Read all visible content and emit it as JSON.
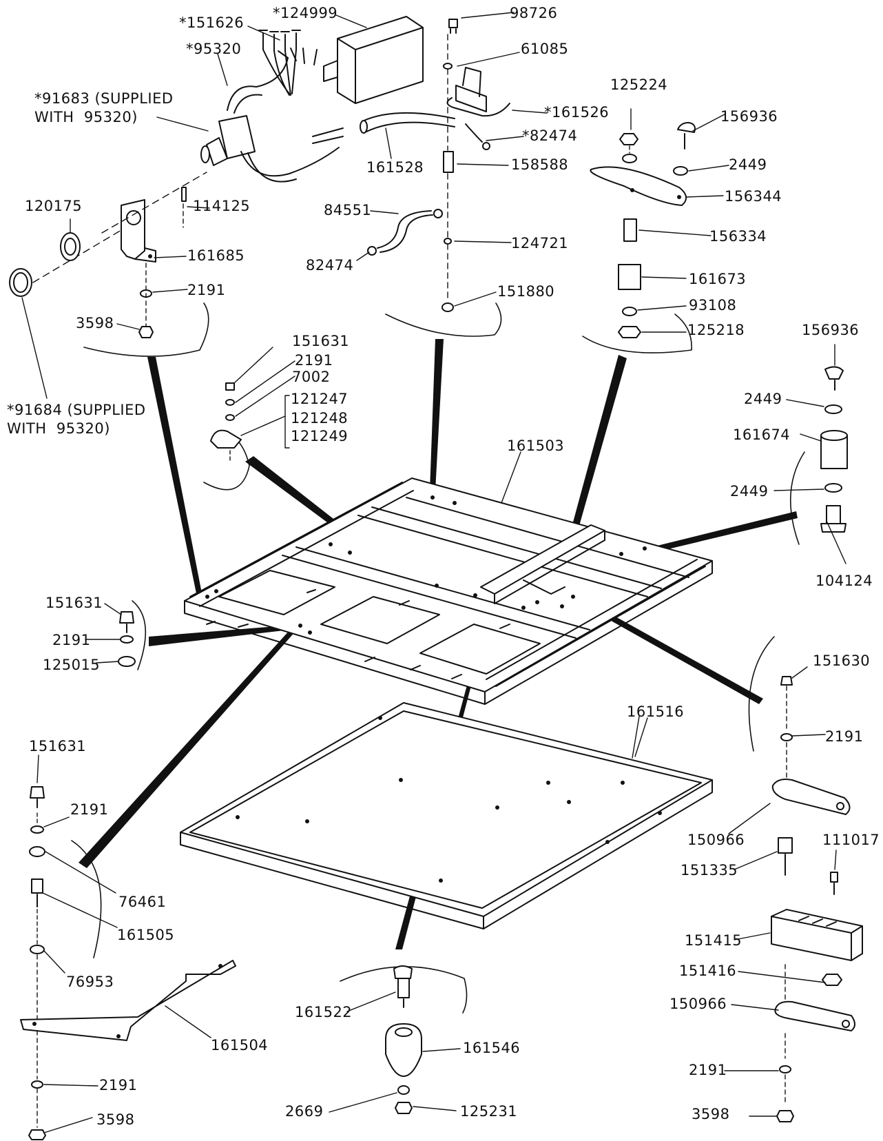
{
  "diagram": {
    "colors": {
      "ink": "#111111",
      "paper": "#ffffff"
    },
    "callouts": {
      "p124999": "*124999",
      "p151626": "*151626",
      "p95320": "*95320",
      "p91683": "*91683 (SUPPLIED\nWITH  95320)",
      "p98726": "98726",
      "p61085": "61085",
      "p161526": "*161526",
      "p82474_a": "*82474",
      "p161528": "161528",
      "p158588": "158588",
      "p125224": "125224",
      "p156936_a": "156936",
      "p2449_a": "2449",
      "p156344": "156344",
      "p156334": "156334",
      "p161673": "161673",
      "p93108": "93108",
      "p125218": "125218",
      "p120175": "120175",
      "p114125": "114125",
      "p161685": "161685",
      "p2191_a": "2191",
      "p3598_a": "3598",
      "p84551": "84551",
      "p82474_b": "82474",
      "p124721": "124721",
      "p151880": "151880",
      "p91684": "*91684 (SUPPLIED\nWITH  95320)",
      "p151631_a": "151631",
      "p2191_b": "2191",
      "p7002": "7002",
      "p121247": "121247",
      "p121248": "121248",
      "p121249": "121249",
      "p156936_b": "156936",
      "p2449_b": "2449",
      "p161674": "161674",
      "p2449_c": "2449",
      "p104124": "104124",
      "p161503": "161503",
      "p151631_b": "151631",
      "p2191_c": "2191",
      "p125015": "125015",
      "p151630": "151630",
      "p2191_d": "2191",
      "p161516": "161516",
      "p151631_c": "151631",
      "p2191_e": "2191",
      "p76461": "76461",
      "p161505": "161505",
      "p76953": "76953",
      "p161504": "161504",
      "p2191_f": "2191",
      "p3598_b": "3598",
      "p150966_a": "150966",
      "p151335": "151335",
      "p111017": "111017",
      "p151415": "151415",
      "p151416": "151416",
      "p150966_b": "150966",
      "p2191_g": "2191",
      "p3598_c": "3598",
      "p161522": "161522",
      "p161546": "161546",
      "p2669": "2669",
      "p125231": "125231"
    }
  }
}
